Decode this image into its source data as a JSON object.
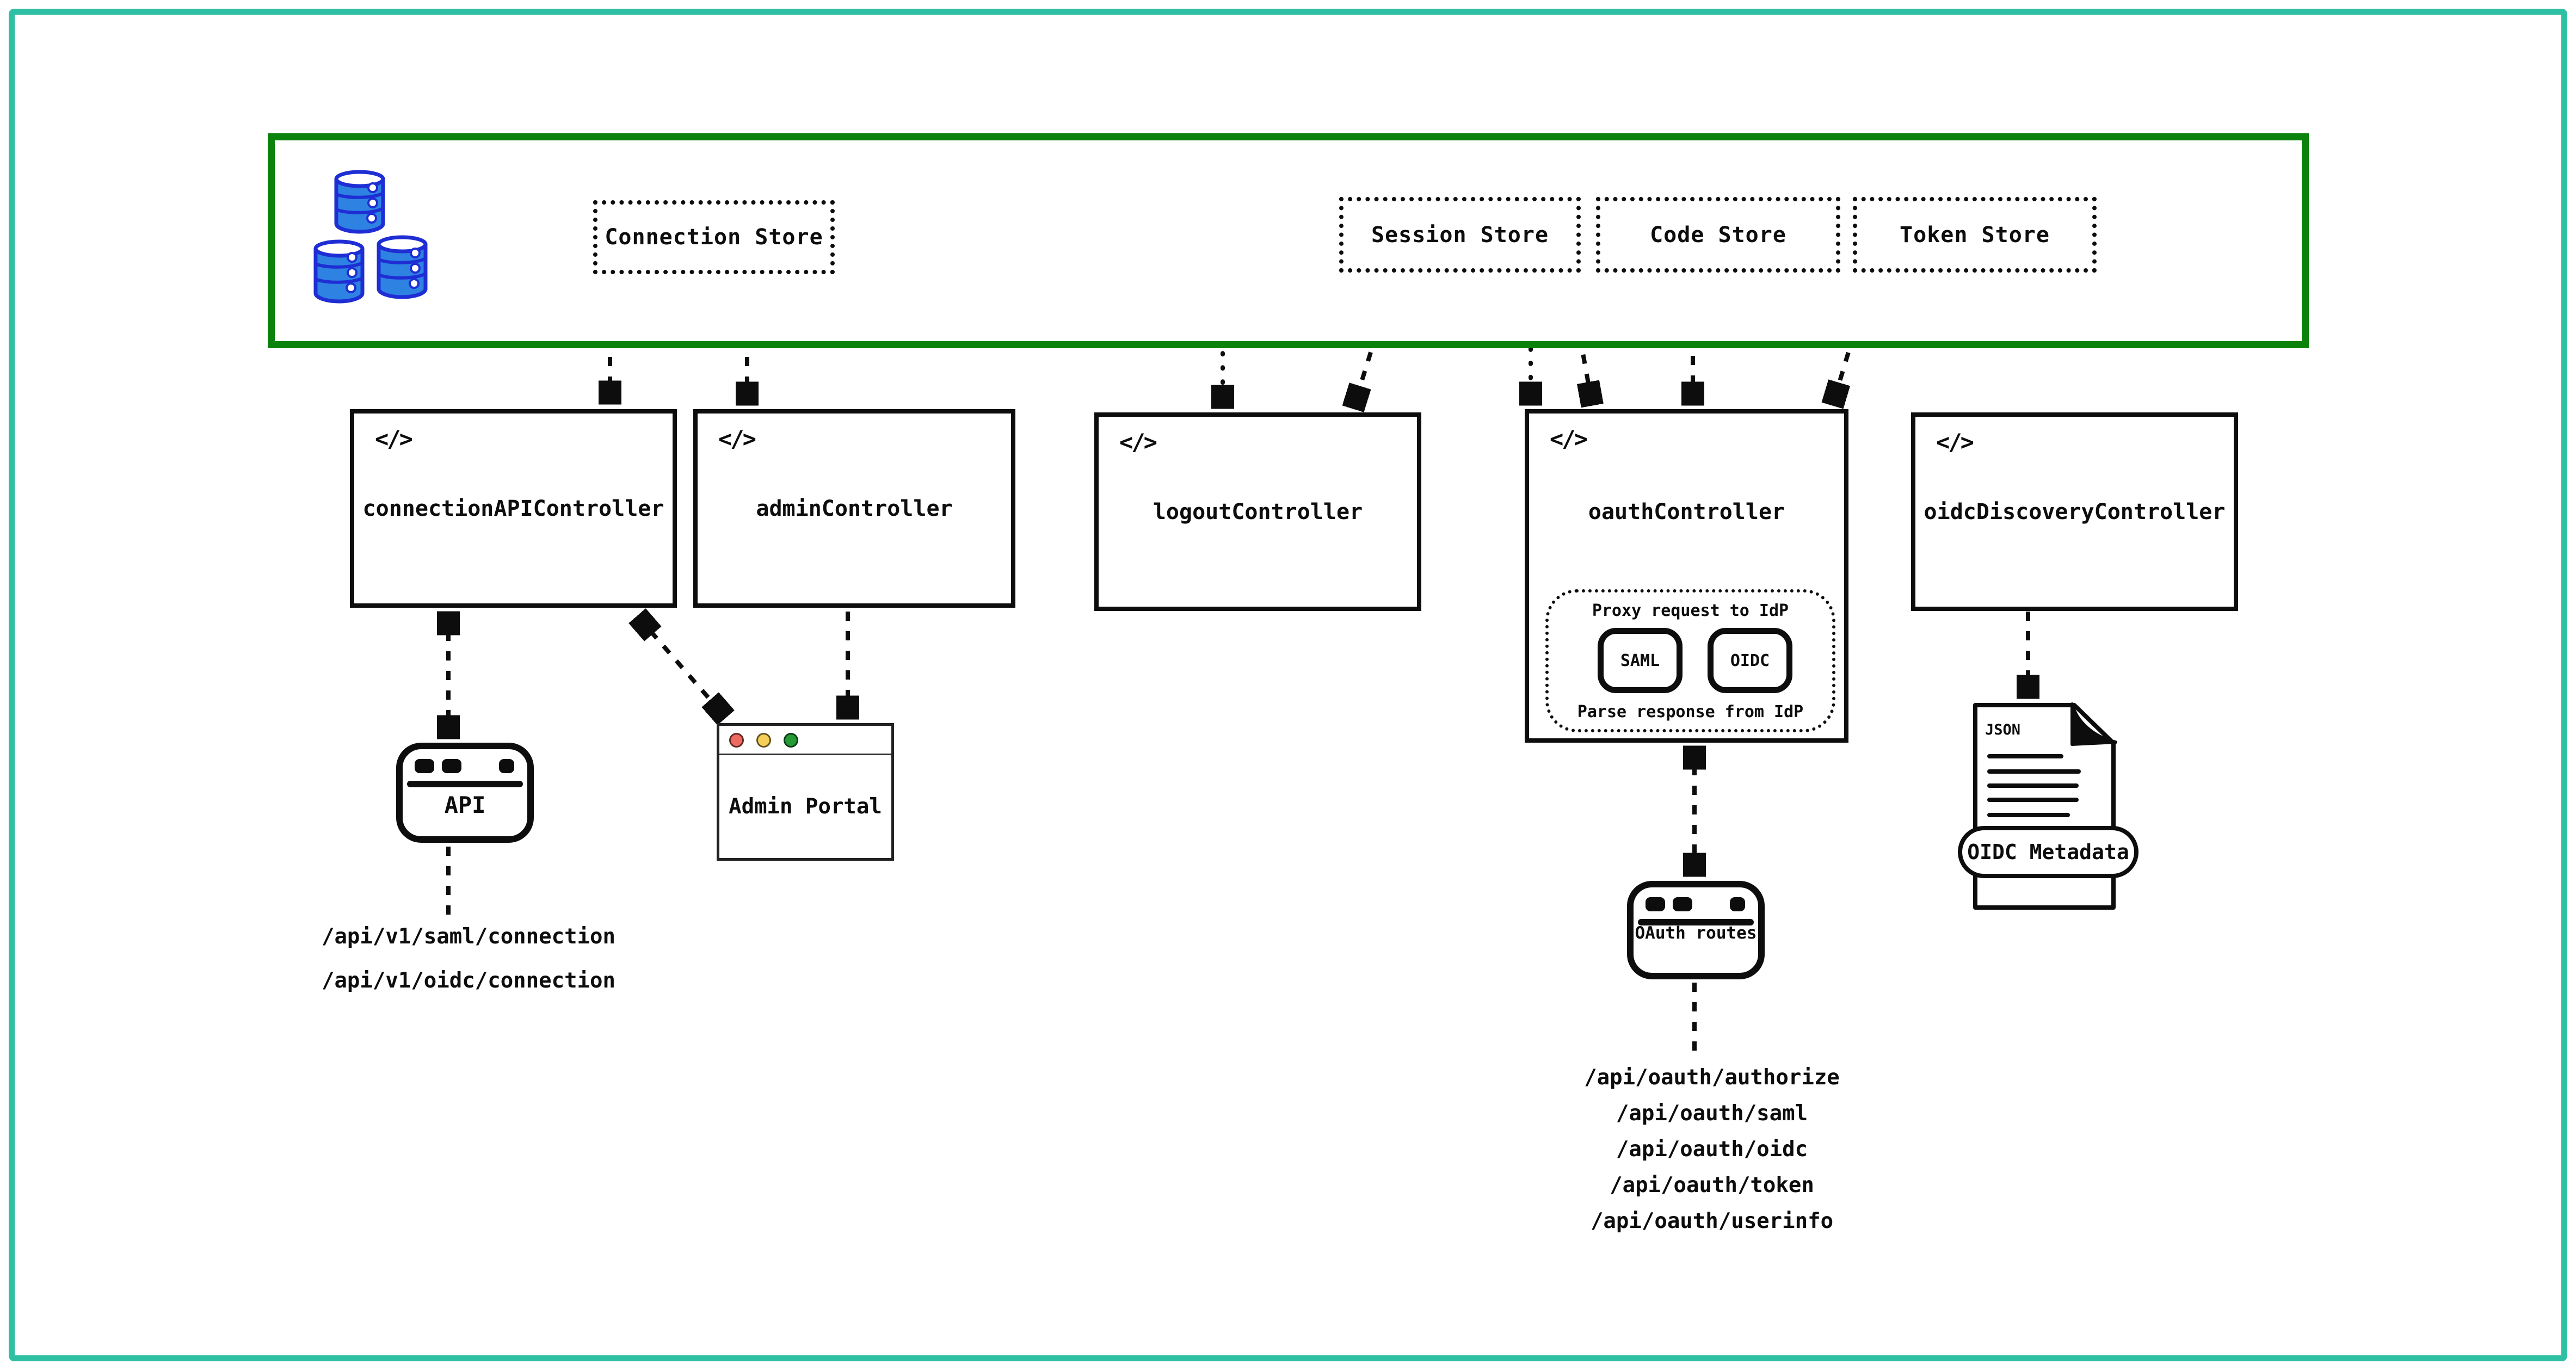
{
  "stores": [
    {
      "label": "Connection Store"
    },
    {
      "label": "Session Store"
    },
    {
      "label": "Code Store"
    },
    {
      "label": "Token Store"
    }
  ],
  "controllers": {
    "connection_api": {
      "label": "connectionAPIController"
    },
    "admin": {
      "label": "adminController"
    },
    "logout": {
      "label": "logoutController"
    },
    "oauth": {
      "label": "oauthController",
      "proxy_box": {
        "line_top": "Proxy request to IdP",
        "line_bottom": "Parse response from IdP",
        "saml": "SAML",
        "oidc": "OIDC"
      }
    },
    "oidc_discovery": {
      "label": "oidcDiscoveryController"
    }
  },
  "icons": {
    "code_glyph": "</>",
    "database_icon": "database-icon"
  },
  "windows": {
    "api": {
      "label": "API"
    },
    "admin_portal": {
      "label": "Admin Portal"
    },
    "oauth_routes": {
      "label": "OAuth routes"
    }
  },
  "json_doc": {
    "file_type": "JSON",
    "banner": "OIDC Metadata"
  },
  "endpoints": {
    "api": [
      "/api/v1/saml/connection",
      "/api/v1/oidc/connection"
    ],
    "oauth": [
      "/api/oauth/authorize",
      "/api/oauth/saml",
      "/api/oauth/oidc",
      "/api/oauth/token",
      "/api/oauth/userinfo"
    ]
  },
  "colors": {
    "page_frame": "#2fbfa3",
    "store_zone_border": "#0b820b",
    "db_fill": "#2e82e2",
    "db_stroke": "#1f2ed4",
    "traffic_red": "#ee6a60",
    "traffic_yellow": "#f5cf58",
    "traffic_green": "#259b36",
    "line_color": "#0d0d0d"
  }
}
